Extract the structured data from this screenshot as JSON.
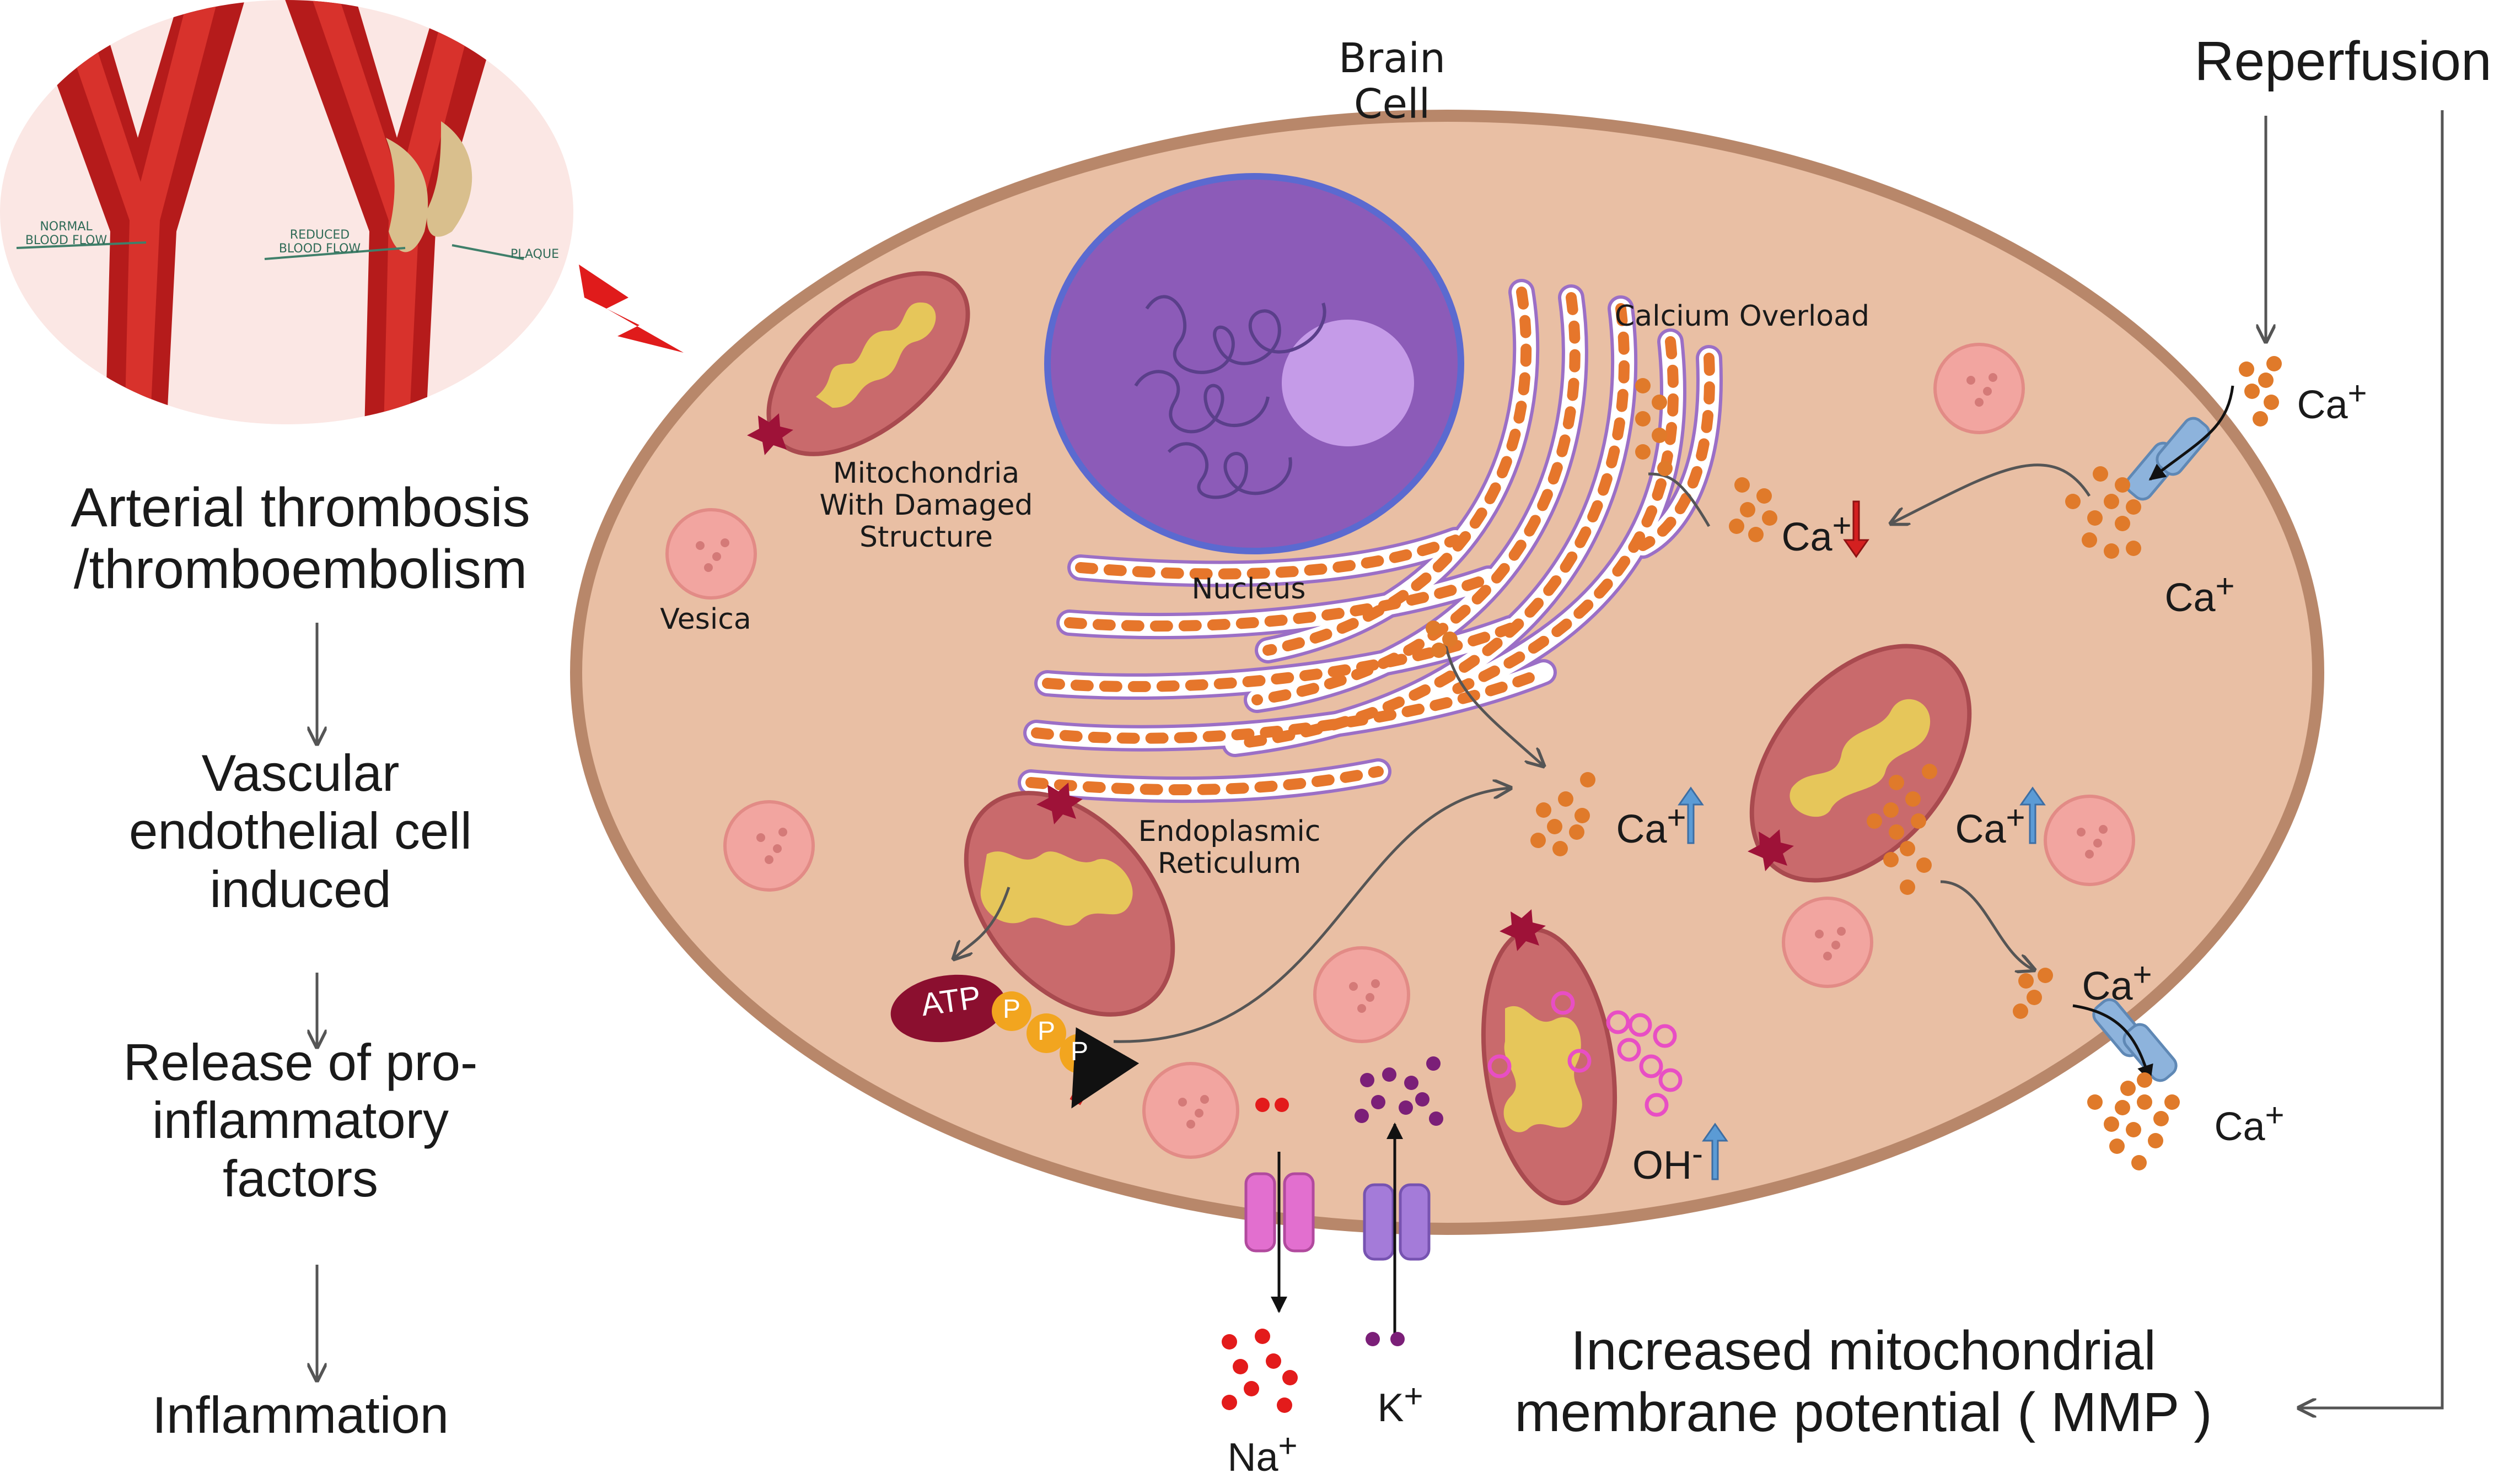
{
  "title": "Brain Cell",
  "left_panel": {
    "illustration_labels": {
      "normal": "NORMAL\nBLOOD FLOW",
      "reduced": "REDUCED\nBLOOD FLOW",
      "plaque": "PLAQUE"
    },
    "steps": [
      "Arterial thrombosis\n/thromboembolism",
      "Vascular\nendothelial cell\ninduced",
      "Release of pro-\ninflammatory\nfactors",
      "Inflammation"
    ]
  },
  "right_panel": {
    "reperfusion": "Reperfusion",
    "mmp": "Increased mitochondrial\nmembrane potential ( MMP )"
  },
  "organelles": {
    "mito_damaged": "Mitochondria\nWith Damaged\nStructure",
    "vesica": "Vesica",
    "nucleus": "Nucleus",
    "er": "Endoplasmic\nReticulum",
    "calcium_overload": "Calcium Overload",
    "atp": "ATP",
    "phosphate": "P"
  },
  "ions": {
    "ca": "Ca",
    "sup_plus": "+",
    "na": "Na",
    "k": "K",
    "oh": "OH",
    "sup_minus": "-"
  },
  "colors": {
    "cell_fill": "#e9bfa4",
    "cell_border": "#b8876a",
    "nucleus": "#8c5bb8",
    "nucleolus": "#c59be8",
    "mito_outer": "#c96a6c",
    "mito_inner": "#e6c65a",
    "er_orange": "#e6762b",
    "er_outline": "#9b6fc6",
    "vesicle": "#f2a5a0",
    "artery_red": "#b51b1b",
    "calcium_orange": "#e07a2a",
    "arrow_up_blue": "#5b9bd5",
    "arrow_down_red": "#d42020",
    "sodium_red": "#e31b1b",
    "potassium_purple": "#7b1f78",
    "hydroxyl_pink": "#e84ec4",
    "channel_blue": "#8db3dc",
    "channel_pink": "#e26fcf",
    "channel_purple": "#a47bd9"
  }
}
